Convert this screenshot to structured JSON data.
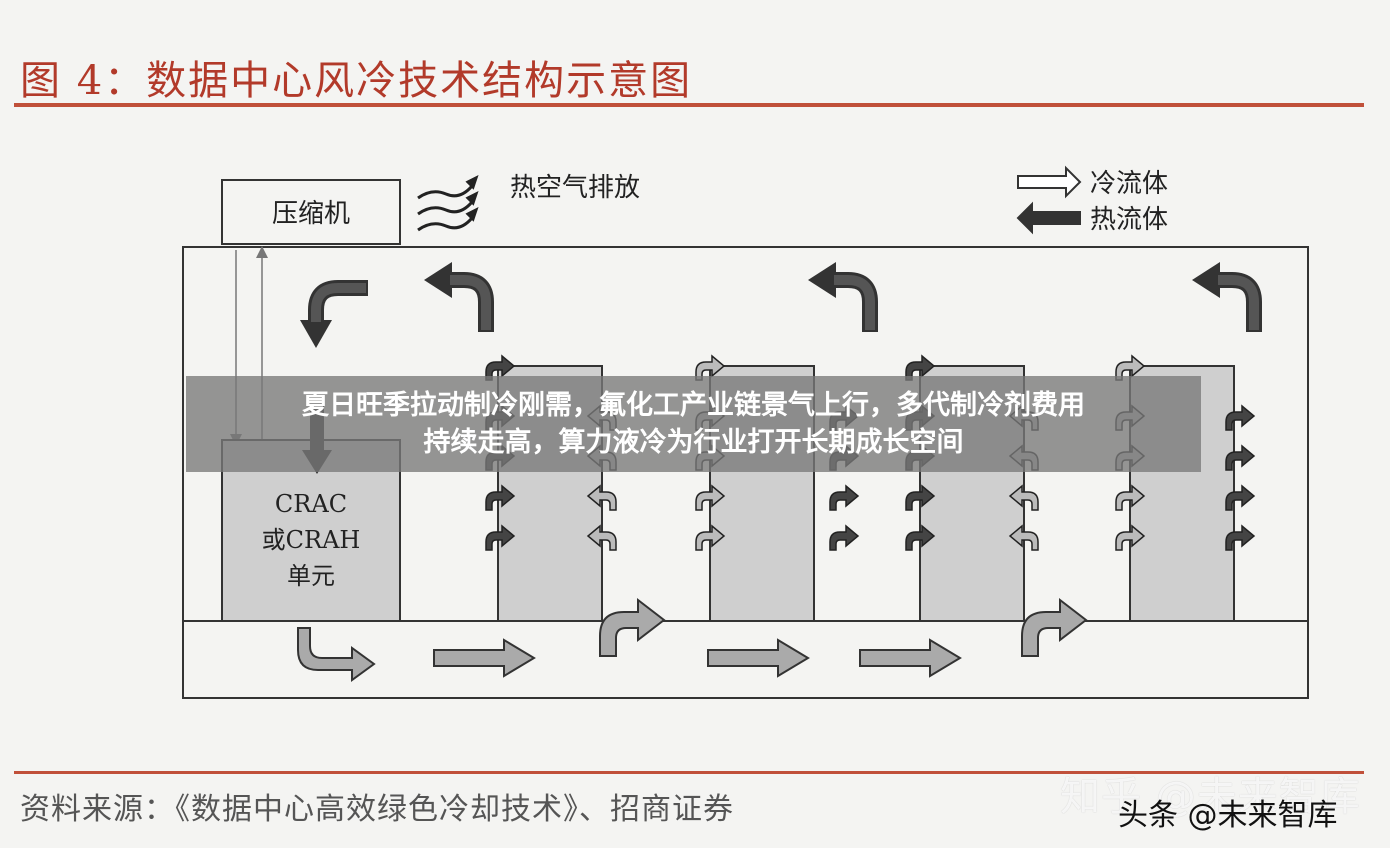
{
  "title": "图 4：数据中心风冷技术结构示意图",
  "diagram": {
    "compressor_label": "压缩机",
    "exhaust_label": "热空气排放",
    "legend": {
      "cold_label": "冷流体",
      "hot_label": "热流体"
    },
    "crac_lines": [
      "CRAC",
      "或CRAH",
      "单元"
    ]
  },
  "banner": {
    "line1": "夏日旺季拉动制冷刚需，氟化工产业链景气上行，多代制冷剂费用",
    "line2": "持续走高，算力液冷为行业打开长期成长空间"
  },
  "source": "资料来源：《数据中心高效绿色冷却技术》、招商证券",
  "watermark": {
    "light": "知乎 @未来智库",
    "dark": "头条 @未来智库"
  },
  "colors": {
    "title": "#b23a2a",
    "rule": "#c0503a",
    "hot_arrow": "#555555",
    "cold_arrow": "#aaaaaa",
    "rack": "#cfcfcf",
    "banner": "#7a7a7a"
  }
}
